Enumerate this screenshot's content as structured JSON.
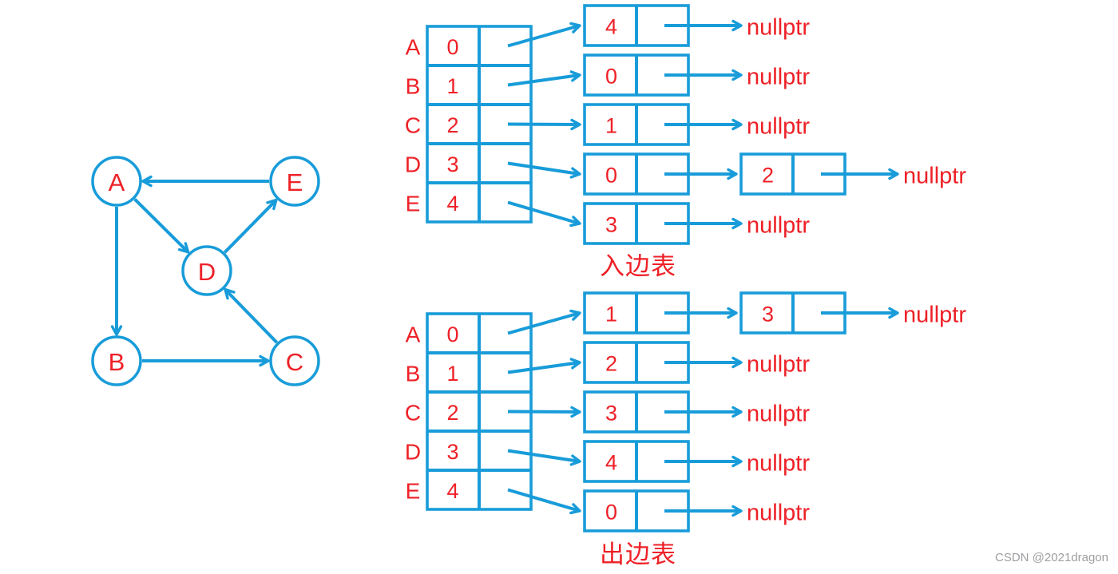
{
  "palette": {
    "line_blue": "#189cd9",
    "text_red": "#ee2127",
    "watermark_gray": "#9e9ea2",
    "background": "#ffffff"
  },
  "graph": {
    "nodes": [
      {
        "id": "A"
      },
      {
        "id": "B"
      },
      {
        "id": "C"
      },
      {
        "id": "D"
      },
      {
        "id": "E"
      }
    ],
    "edges": [
      {
        "from": "E",
        "to": "A"
      },
      {
        "from": "A",
        "to": "D"
      },
      {
        "from": "D",
        "to": "E"
      },
      {
        "from": "A",
        "to": "B"
      },
      {
        "from": "B",
        "to": "C"
      },
      {
        "from": "C",
        "to": "D"
      }
    ]
  },
  "in_table": {
    "title": "入边表",
    "rows": [
      {
        "vertex": "A",
        "index": "0",
        "chain": [
          "4"
        ],
        "terminal": "nullptr"
      },
      {
        "vertex": "B",
        "index": "1",
        "chain": [
          "0"
        ],
        "terminal": "nullptr"
      },
      {
        "vertex": "C",
        "index": "2",
        "chain": [
          "1"
        ],
        "terminal": "nullptr"
      },
      {
        "vertex": "D",
        "index": "3",
        "chain": [
          "0",
          "2"
        ],
        "terminal": "nullptr"
      },
      {
        "vertex": "E",
        "index": "4",
        "chain": [
          "3"
        ],
        "terminal": "nullptr"
      }
    ]
  },
  "out_table": {
    "title": "出边表",
    "rows": [
      {
        "vertex": "A",
        "index": "0",
        "chain": [
          "1",
          "3"
        ],
        "terminal": "nullptr"
      },
      {
        "vertex": "B",
        "index": "1",
        "chain": [
          "2"
        ],
        "terminal": "nullptr"
      },
      {
        "vertex": "C",
        "index": "2",
        "chain": [
          "3"
        ],
        "terminal": "nullptr"
      },
      {
        "vertex": "D",
        "index": "3",
        "chain": [
          "4"
        ],
        "terminal": "nullptr"
      },
      {
        "vertex": "E",
        "index": "4",
        "chain": [
          "0"
        ],
        "terminal": "nullptr"
      }
    ]
  },
  "watermark": "CSDN @2021dragon"
}
